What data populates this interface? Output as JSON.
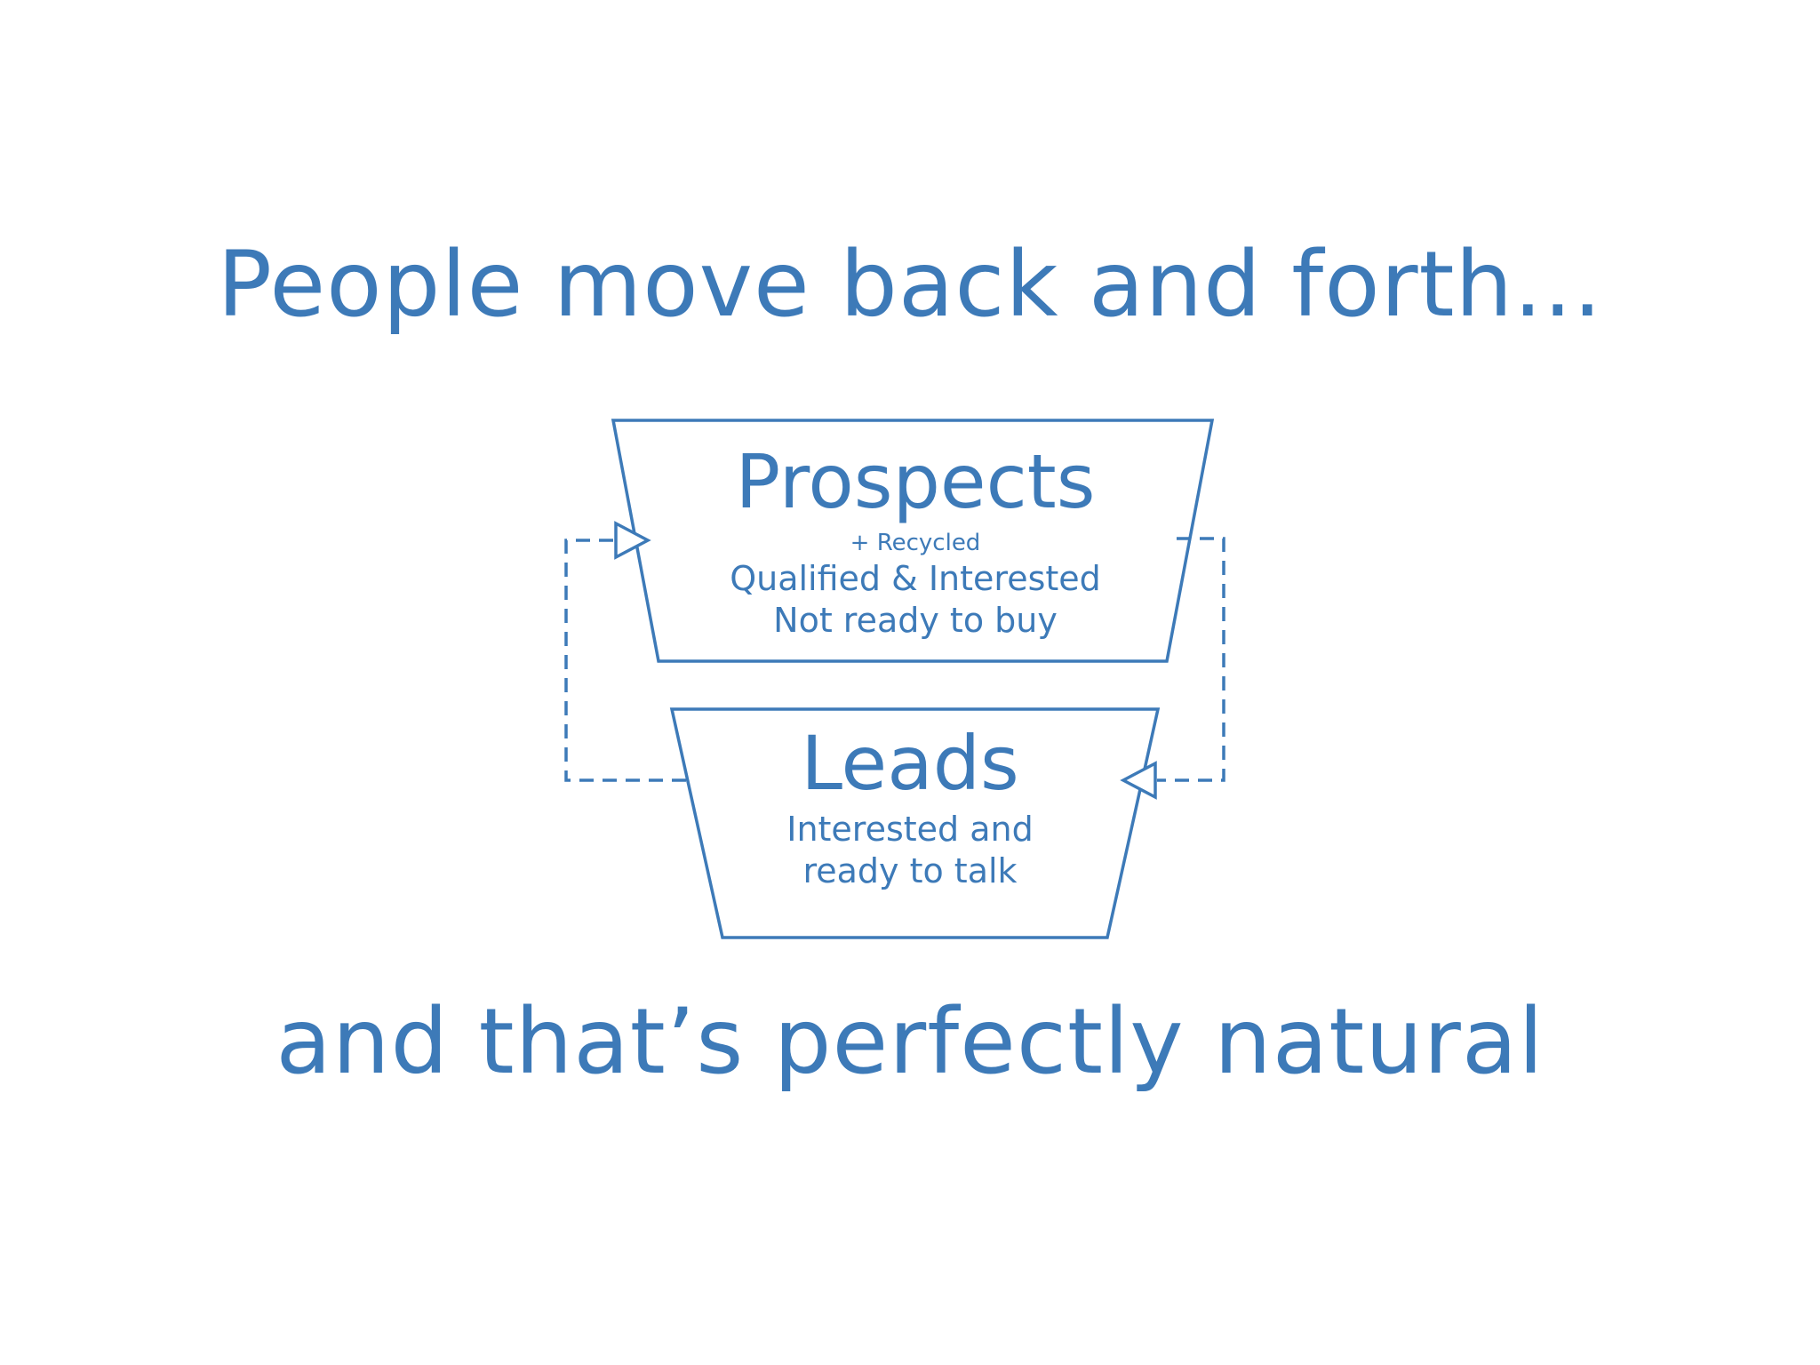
{
  "headline_top": "People move back and forth...",
  "headline_bottom": "and that’s perfectly natural",
  "colors": {
    "stroke": "#3d7ab8",
    "text": "#3d7ab8",
    "background": "#ffffff"
  },
  "stages": {
    "prospects": {
      "title": "Prospects",
      "tag": "+ Recycled",
      "line1": "Qualified & Interested",
      "line2": "Not ready to buy"
    },
    "leads": {
      "title": "Leads",
      "line1": "Interested and",
      "line2": "ready to talk"
    }
  }
}
